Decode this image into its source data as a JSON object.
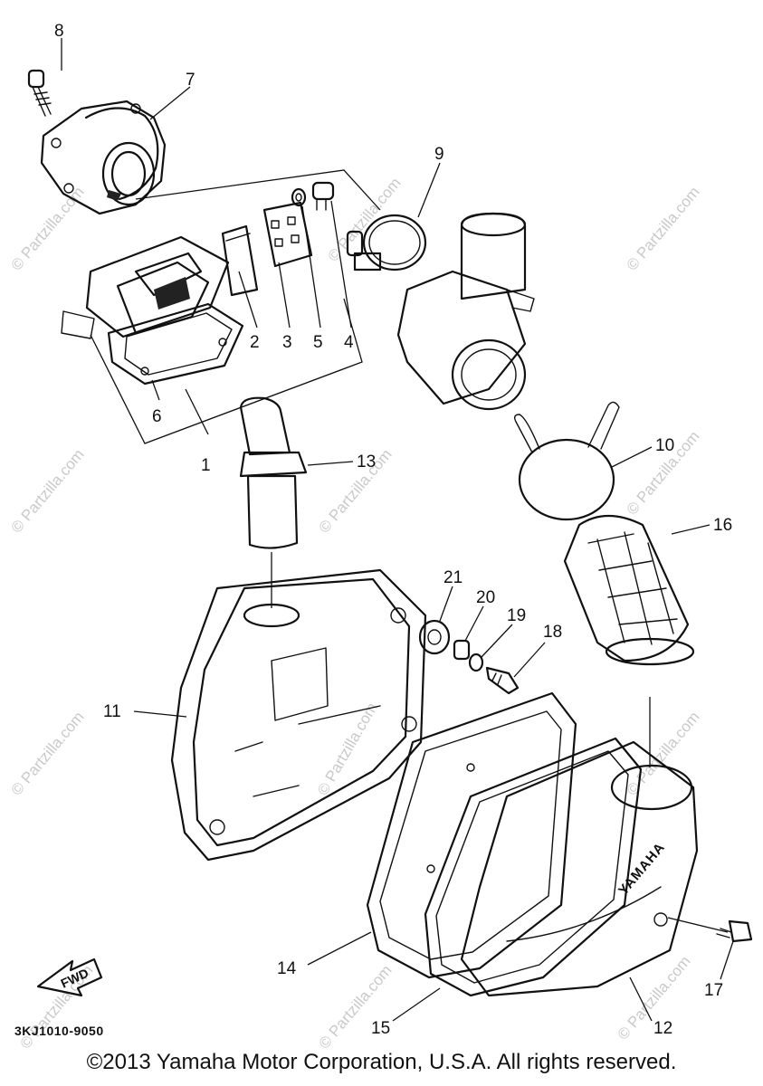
{
  "diagram_code": "3KJ1010-9050",
  "copyright": "©2013 Yamaha Motor Corporation, U.S.A. All rights reserved.",
  "watermark": "© Partzilla.com",
  "fwd_label": "FWD",
  "brand_mark": "YAMAHA",
  "callouts": [
    "1",
    "2",
    "3",
    "4",
    "5",
    "6",
    "7",
    "8",
    "9",
    "10",
    "11",
    "12",
    "13",
    "14",
    "15",
    "16",
    "17",
    "18",
    "19",
    "20",
    "21"
  ]
}
